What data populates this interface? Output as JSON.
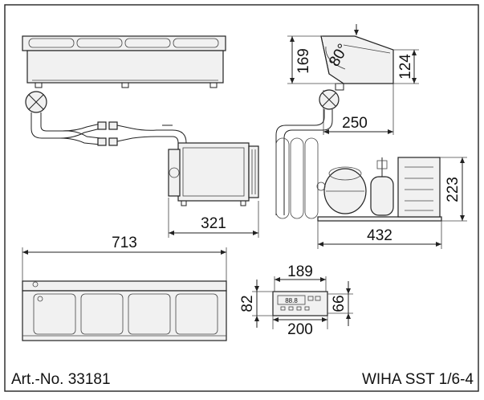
{
  "dimensions": {
    "length_713": "713",
    "width_321": "321",
    "depth_250": "250",
    "height_169": "169",
    "height_124": "124",
    "angle_80": "80°",
    "height_223": "223",
    "width_432": "432",
    "panel_width_189": "189",
    "panel_width_200": "200",
    "panel_height_82": "82",
    "panel_height_66": "66"
  },
  "footer": {
    "article_number": "Art.-No. 33181",
    "model": "WIHA SST 1/6-4"
  },
  "panel_display": {
    "text": "88.8"
  }
}
